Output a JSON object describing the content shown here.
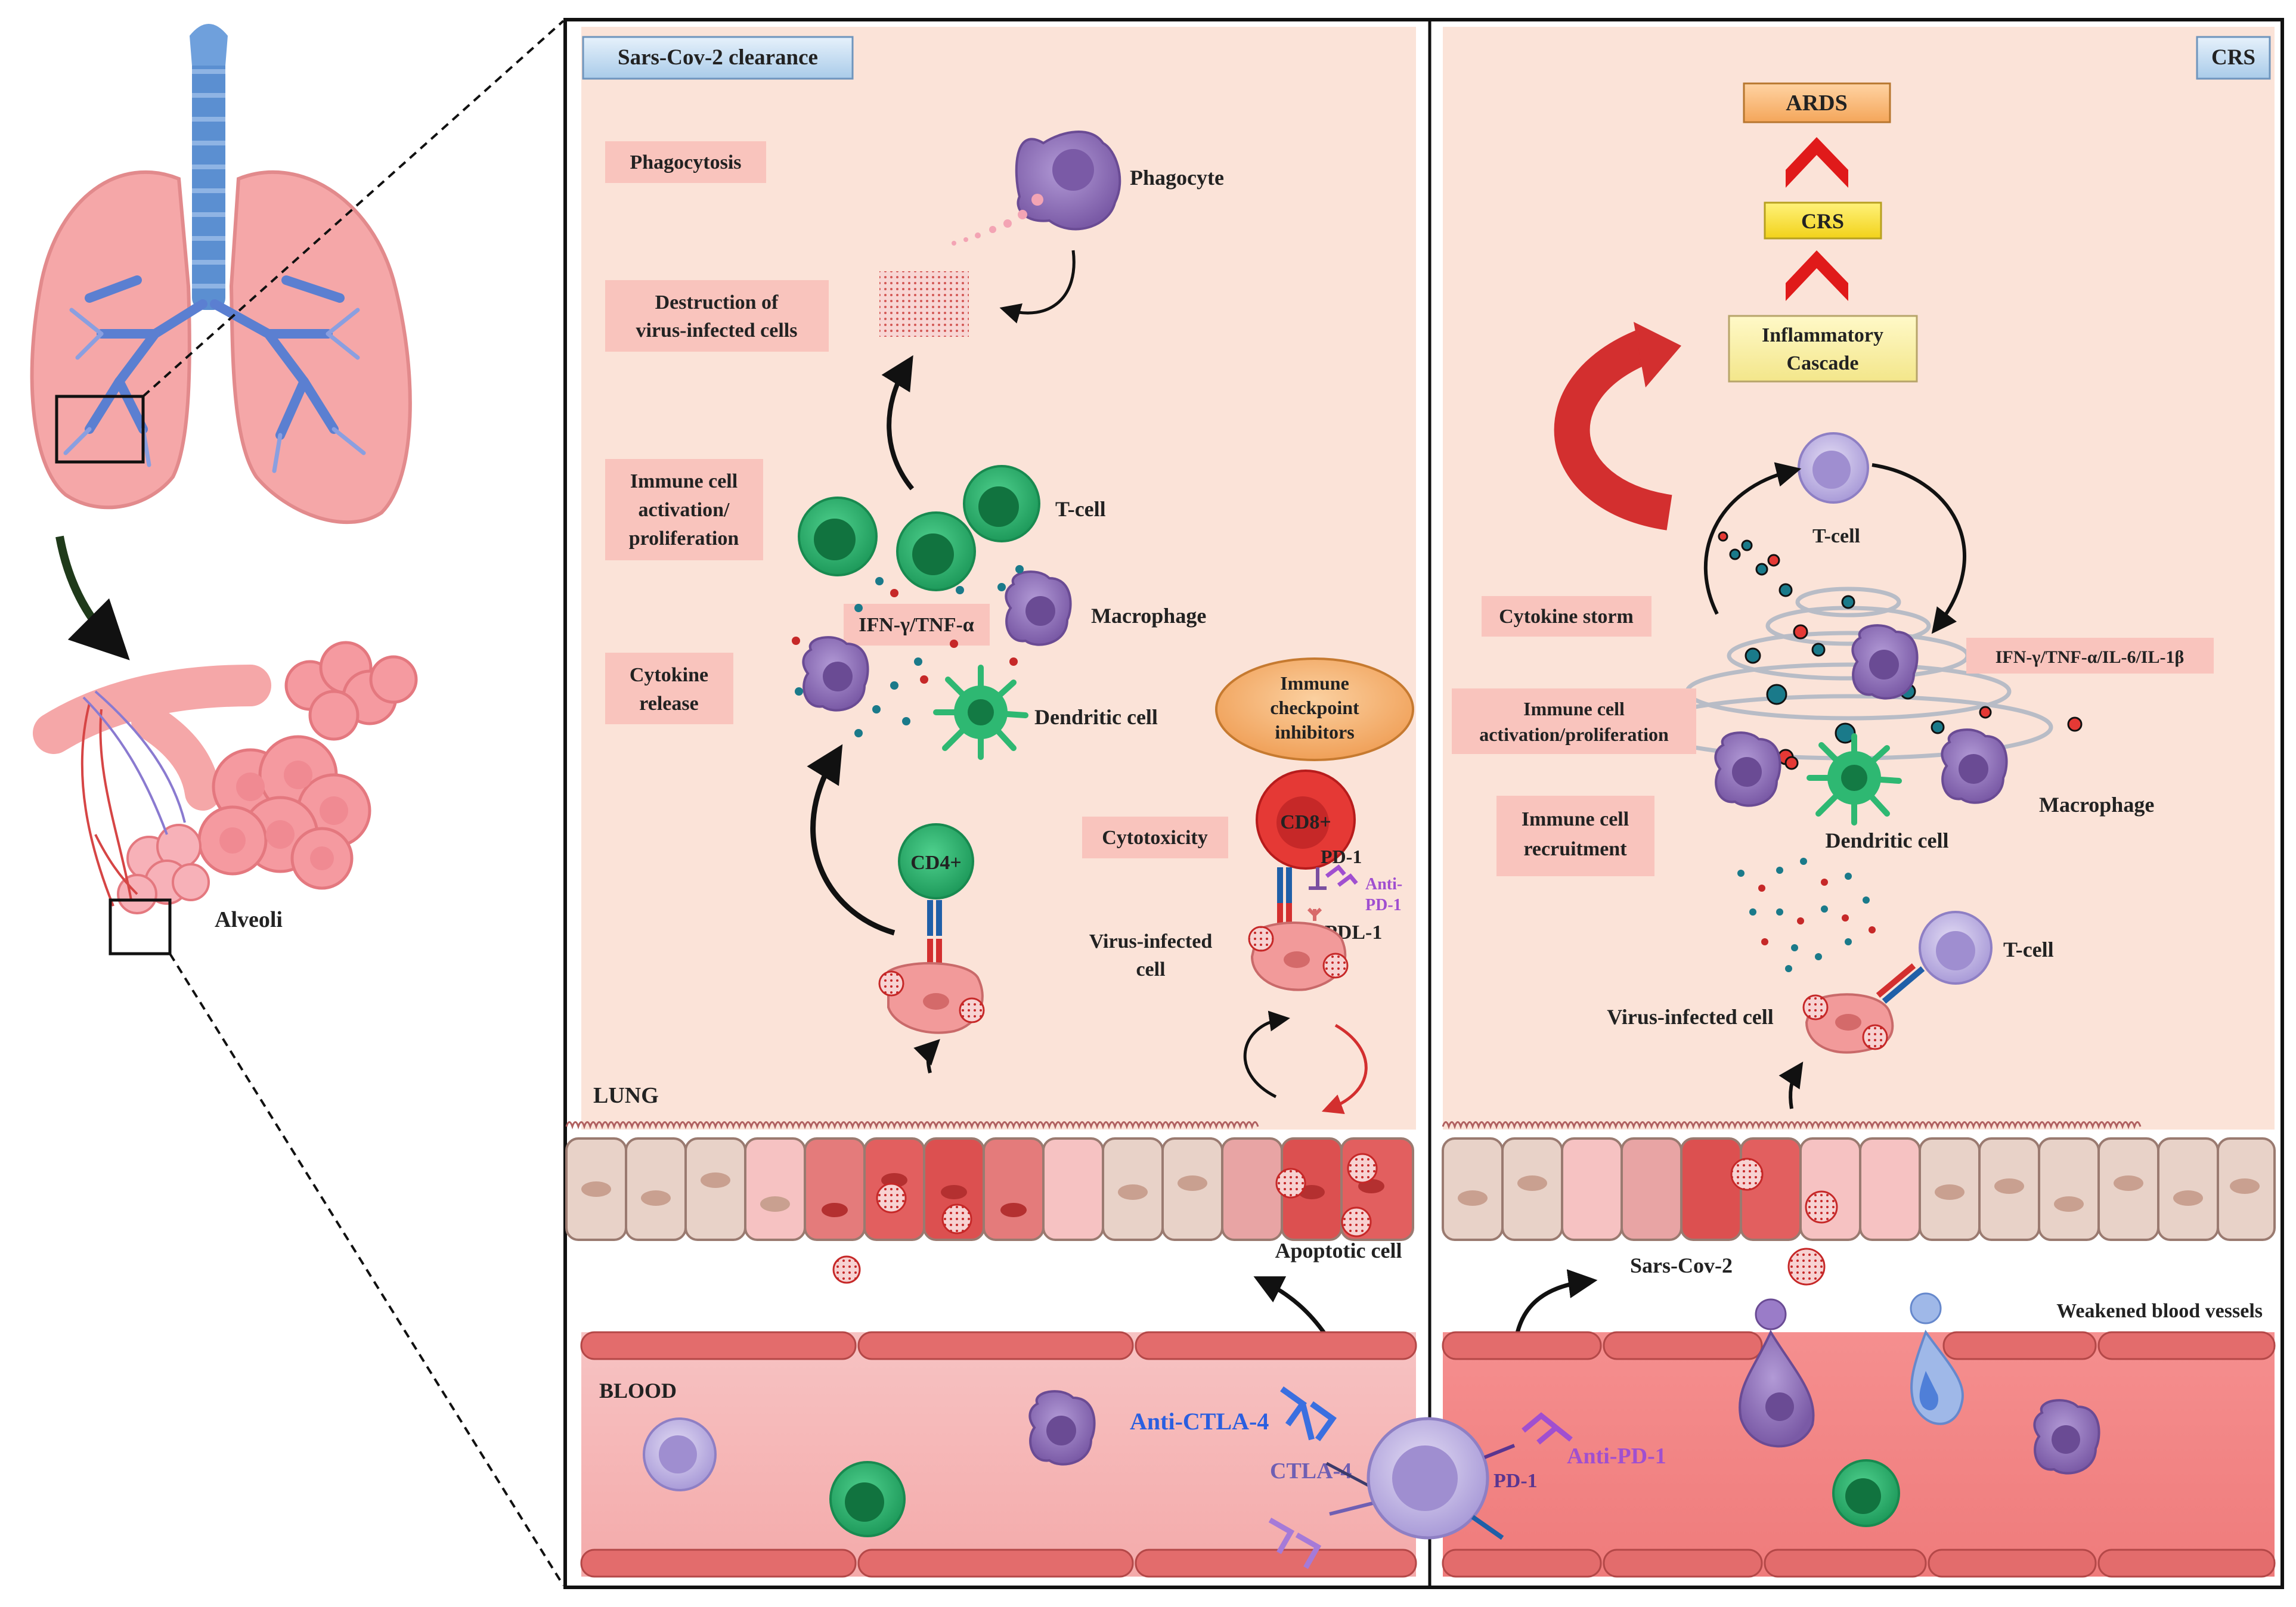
{
  "left": {
    "alveoli_label": "Alveoli"
  },
  "panel_left": {
    "header": "Sars-Cov-2 clearance",
    "phagocytosis": "Phagocytosis",
    "phagocyte": "Phagocyte",
    "destruction": "Destruction of virus-infected cells",
    "immune_activation": "Immune cell activation/ proliferation",
    "t_cell": "T-cell",
    "macrophage": "Macrophage",
    "ifn_tnf": "IFN-γ/TNF-α",
    "cytokine_release": "Cytokine release",
    "dendritic": "Dendritic cell",
    "checkpoint": "Immune checkpoint inhibitors",
    "cytotoxicity": "Cytotoxicity",
    "cd4": "CD4+",
    "cd8": "CD8+",
    "pd1_top": "PD-1",
    "anti_pd1_top": "Anti- PD-1",
    "pdl1": "PDL-1",
    "virus_infected": "Virus-infected cell",
    "lung": "LUNG",
    "apoptotic": "Apoptotic cell",
    "blood": "BLOOD",
    "anti_ctla4": "Anti-CTLA-4",
    "ctla4": "CTLA-4"
  },
  "panel_right": {
    "header": "CRS",
    "ards": "ARDS",
    "crs_box": "CRS",
    "inflammatory": "Inflammatory Cascade",
    "t_cell_top": "T-cell",
    "cytokine_storm": "Cytokine storm",
    "cytokines": "IFN-γ/TNF-α/IL-6/IL-1β",
    "immune_activation": "Immune cell activation/proliferation",
    "recruitment": "Immune cell recruitment",
    "macrophage": "Macrophage",
    "dendritic": "Dendritic cell",
    "t_cell_bottom": "T-cell",
    "virus_infected": "Virus-infected cell",
    "sars": "Sars-Cov-2",
    "weakened": "Weakened blood vessels",
    "pd1": "PD-1",
    "anti_pd1": "Anti-PD-1"
  },
  "colors": {
    "panel_bg": "#fbe3d8",
    "label_bg": "#f9c4bd",
    "header_bg": "#cfe3f4",
    "t_cell": "#2eb872",
    "macrophage": "#8a6fb3",
    "cd8": "#e53935",
    "blood": "#f29a9a",
    "arrow_red": "#d32f2f"
  }
}
